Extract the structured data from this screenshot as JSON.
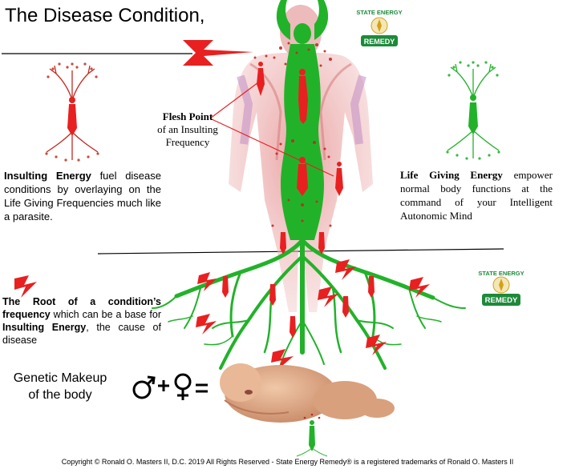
{
  "title": "The Disease Condition,",
  "flesh_point": {
    "bold": "Flesh Point",
    "rest": "of an Insulting Frequency"
  },
  "insulting_energy": {
    "bold": "Insulting Energy",
    "rest": " fuel disease conditions by overlaying on the Life Giving Frequencies much like a parasite."
  },
  "life_giving_energy": {
    "bold": "Life Giving Energy",
    "rest": " empower normal body functions at the command of your Intelligent Autonomic Mind"
  },
  "root_text": {
    "bold1": "The Root of a condition’s frequency",
    "mid": " which can be a base for ",
    "bold2": "Insulting Energy",
    "end": ", the cause of disease"
  },
  "genetic": {
    "line1": "Genetic Makeup",
    "line2": "of the body"
  },
  "equation": {
    "male": "♂",
    "plus": "+",
    "female": "♀",
    "equals": "="
  },
  "logo": {
    "top": "STATE ENERGY",
    "bottom": "REMEDY"
  },
  "copyright": "Copyright © Ronald O. Masters II, D.C. 2019 All Rights Reserved - State Energy Remedy® is a registered trademarks of Ronald O. Masters II",
  "colors": {
    "insulting": "#e82020",
    "life": "#22b22a",
    "body": "#e9a3a3",
    "logo_green": "#1d8a3a",
    "logo_gold": "#d4a017"
  }
}
